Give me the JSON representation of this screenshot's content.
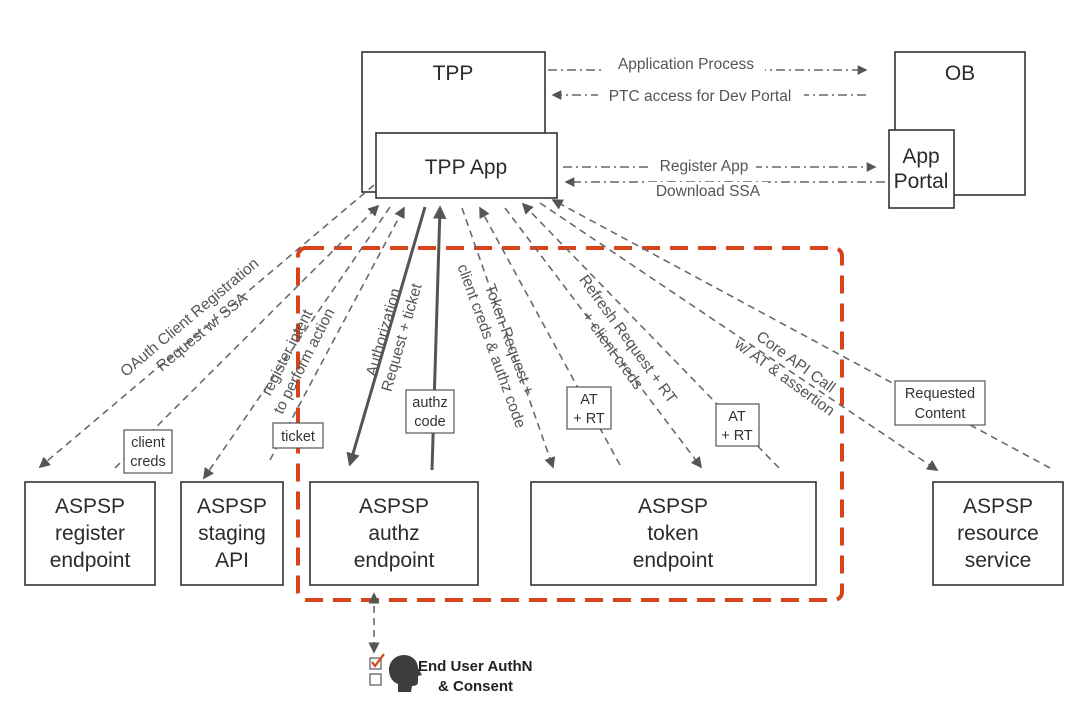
{
  "tpp": {
    "title": "TPP",
    "app": "TPP App"
  },
  "ob": {
    "title": "OB",
    "portal_line1": "App",
    "portal_line2": "Portal"
  },
  "arrows": {
    "application_process": "Application Process",
    "ptc_access": "PTC access for Dev Portal",
    "register_app": "Register App",
    "download_ssa": "Download SSA"
  },
  "endpoints": {
    "register": [
      "ASPSP",
      "register",
      "endpoint"
    ],
    "staging": [
      "ASPSP",
      "staging",
      "API"
    ],
    "authz": [
      "ASPSP",
      "authz",
      "endpoint"
    ],
    "token": [
      "ASPSP",
      "token",
      "endpoint"
    ],
    "resource": [
      "ASPSP",
      "resource",
      "service"
    ]
  },
  "flows": {
    "oauth_reg": [
      "OAuth Client Registration",
      "Request w/ SSA"
    ],
    "register_intent": [
      "register intent",
      "to perform action"
    ],
    "authorization": [
      "Authorization",
      "Request + ticket"
    ],
    "token_request": [
      "Token Request +",
      "client creds & authz code"
    ],
    "refresh_request": [
      "Refresh Request + RT",
      "+ client creds"
    ],
    "core_api": [
      "Core API Call",
      "w/ AT & assertion"
    ]
  },
  "tags": {
    "client_creds": [
      "client",
      "creds"
    ],
    "ticket": [
      "ticket"
    ],
    "authz_code": [
      "authz",
      "code"
    ],
    "at_rt_1": [
      "AT",
      "+ RT"
    ],
    "at_rt_2": [
      "AT",
      "+ RT"
    ],
    "requested_content": [
      "Requested",
      "Content"
    ]
  },
  "end_user": {
    "line1": "End User AuthN",
    "line2": "& Consent"
  },
  "colors": {
    "accent": "#d8431c",
    "stroke": "#333333",
    "text": "#3a3a3a"
  }
}
